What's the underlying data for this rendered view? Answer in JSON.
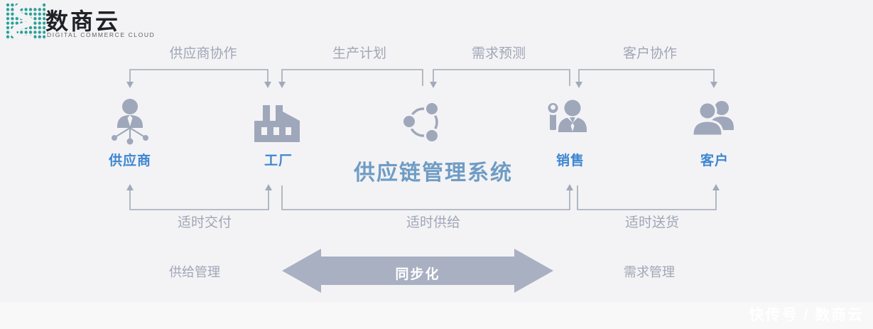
{
  "logo": {
    "name": "数商云",
    "subtitle": "DIGITAL COMMERCE CLOUD",
    "brand_color": "#2aa096"
  },
  "diagram": {
    "top_flows": [
      {
        "label": "供应商协作"
      },
      {
        "label": "生产计划"
      },
      {
        "label": "需求预测"
      },
      {
        "label": "客户协作"
      }
    ],
    "entities": [
      {
        "label": "供应商",
        "icon": "supplier-network-icon"
      },
      {
        "label": "工厂",
        "icon": "factory-icon"
      },
      {
        "label": "供应链管理系统",
        "icon": "share-network-icon"
      },
      {
        "label": "销售",
        "icon": "salesperson-icon"
      },
      {
        "label": "客户",
        "icon": "customers-icon"
      }
    ],
    "bottom_flows": [
      {
        "label": "适时交付"
      },
      {
        "label": "适时供给"
      },
      {
        "label": "适时送货"
      }
    ],
    "management_row": {
      "left": "供给管理",
      "center": "同步化",
      "right": "需求管理"
    },
    "colors": {
      "background": "#f3f3f5",
      "accent_blue": "#3e86d2",
      "title_blue": "#6f9cc4",
      "icon_gray": "#9fa7bb",
      "line_gray": "#a3a9b9",
      "sync_arrow_fill": "#a9b0c2"
    }
  },
  "watermark": {
    "text": "快传号 / 数商云"
  }
}
